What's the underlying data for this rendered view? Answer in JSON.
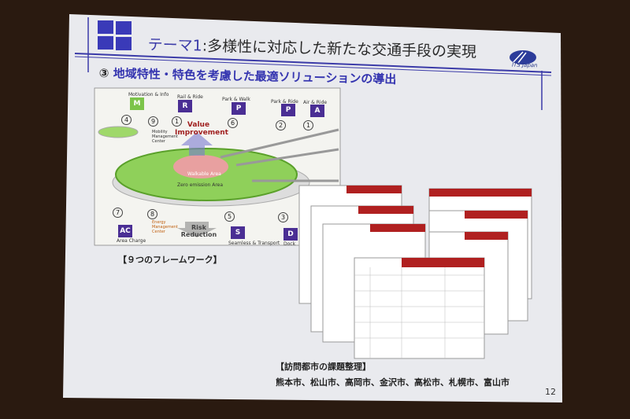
{
  "slide": {
    "title_lead": "テーマ1",
    "title_rest": ":多様性に対応した新たな交通手段の実現",
    "subtitle_num": "③",
    "subtitle": "地域特性・特色を考慮した最適ソリューションの導出",
    "logo_text": "ITS Japan",
    "framework_caption": "【９つのフレームワーク】",
    "cities_heading": "【訪問都市の課題整理】",
    "cities": "熊本市、松山市、高岡市、金沢市、高松市、札幌市、富山市",
    "page_number": "12",
    "colors": {
      "accent": "#3b3ba8",
      "badge": "#4a2e94",
      "table_header": "#b02020",
      "green": "#7cc44a"
    }
  },
  "diagram": {
    "value_label": "Value Improvement",
    "risk_label": "Risk Reduction",
    "walkable": "Walkable Area",
    "zero_emission": "Zero emission Area",
    "mobility_center": "Mobility Management Center",
    "energy_center": "Energy Management Center",
    "items": [
      {
        "label": "Motivation & Info",
        "badge": "M",
        "num": "4"
      },
      {
        "label": "Rail & Ride",
        "badge": "R",
        "num": "1"
      },
      {
        "label": "Park & Walk",
        "badge": "P",
        "num": "6"
      },
      {
        "label": "Park & Ride",
        "badge": "P",
        "num": "2"
      },
      {
        "label": "Air & Ride",
        "badge": "A",
        "num": "1"
      },
      {
        "label": "Area Charge",
        "badge": "AC",
        "num": "7"
      },
      {
        "label": "Seamless & Transport",
        "badge": "S",
        "num": "5"
      },
      {
        "label": "Dock",
        "badge": "D",
        "num": "3"
      }
    ],
    "extra_numbers": [
      "9",
      "8"
    ]
  }
}
